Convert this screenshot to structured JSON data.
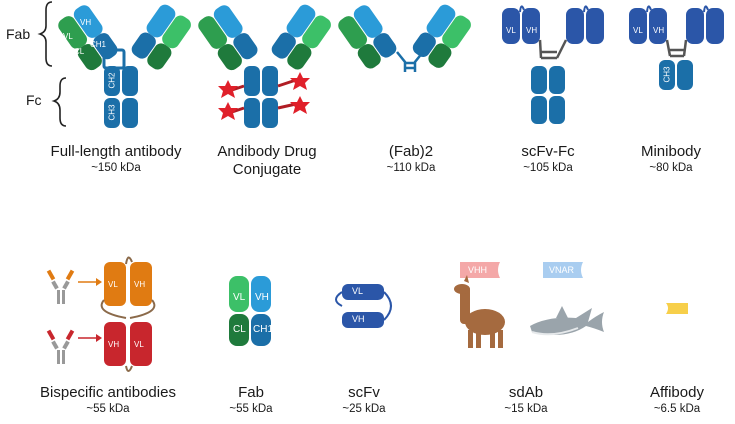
{
  "side_labels": {
    "fab": "Fab",
    "fc": "Fc"
  },
  "domain_text": {
    "vl": "VL",
    "vh": "VH",
    "cl": "CL",
    "ch1": "CH1",
    "ch2": "CH2",
    "ch3": "CH3",
    "vhh": "VHH",
    "vnar": "VNAR"
  },
  "formats": [
    {
      "name": "Full-length antibody",
      "size": "~150 kDa"
    },
    {
      "name": "Andibody Drug",
      "name2": "Conjugate",
      "size": ""
    },
    {
      "name": "(Fab)2",
      "size": "~110 kDa"
    },
    {
      "name": "scFv-Fc",
      "size": "~105 kDa"
    },
    {
      "name": "Minibody",
      "size": "~80 kDa"
    },
    {
      "name": "Bispecific antibodies",
      "size": "~55 kDa"
    },
    {
      "name": "Fab",
      "size": "~55 kDa"
    },
    {
      "name": "scFv",
      "size": "~25 kDa"
    },
    {
      "name": "sdAb",
      "size": "~15 kDa"
    },
    {
      "name": "Affibody",
      "size": "~6.5 kDa"
    }
  ],
  "colors": {
    "heavy": "#1b6fa8",
    "heavy_light": "#2b9bd8",
    "light": "#2e9e4f",
    "light_bright": "#3cc068",
    "scfv": "#2b56a8",
    "hinge": "#555555",
    "drug": "#e0202a",
    "linker": "#b01d24",
    "bispec_orange": "#e07b12",
    "bispec_red": "#c8262d",
    "vhh_tag": "#f4a8a8",
    "vnar_tag": "#a9cdf0",
    "affibody": "#f7cf4a"
  }
}
